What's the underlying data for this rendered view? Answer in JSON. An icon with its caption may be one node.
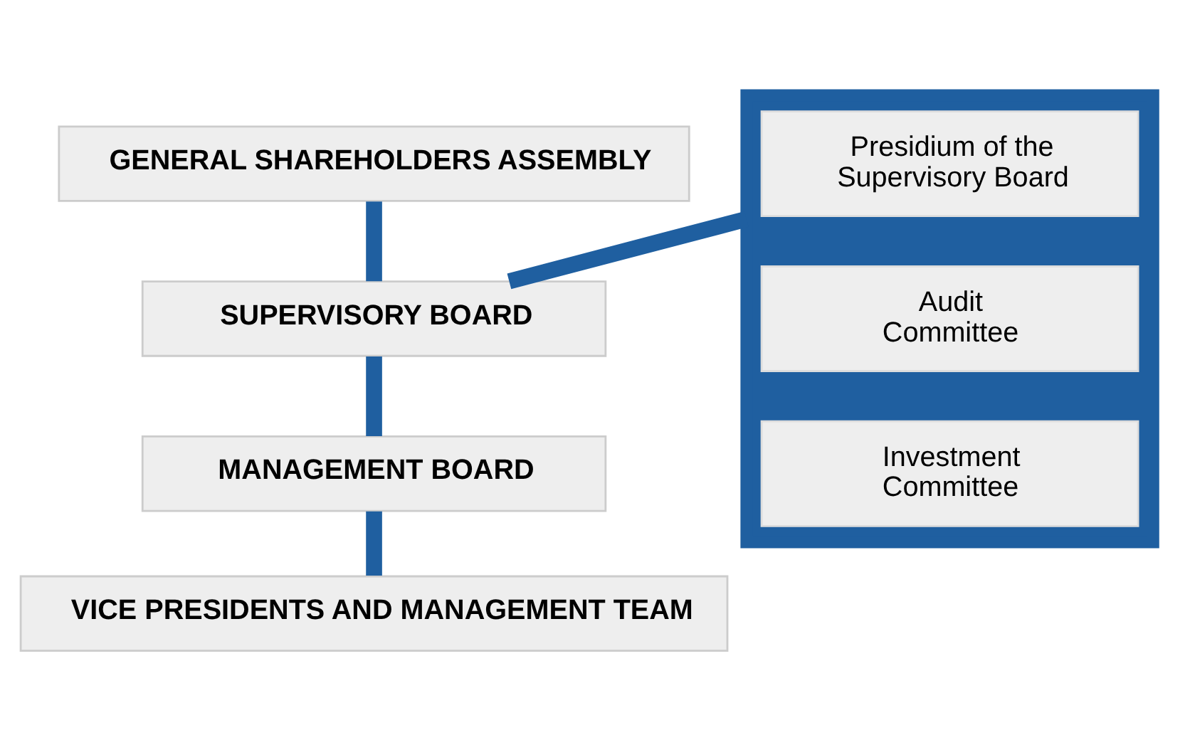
{
  "diagram": {
    "nodes": [
      {
        "text": [
          "GENERAL SHAREHOLDERS ASSEMBLY"
        ]
      },
      {
        "text": [
          "SUPERVISORY BOARD"
        ]
      },
      {
        "text": [
          "MANAGEMENT BOARD"
        ]
      },
      {
        "text": [
          "VICE PRESIDENTS AND MANAGEMENT TEAM"
        ]
      },
      {
        "text": [],
        "shape": "box"
      },
      {
        "text": [
          "Presidium of the Supervisory Board"
        ],
        "in": 4
      },
      {
        "text": [
          "Audit Committee"
        ],
        "in": 4
      },
      {
        "text": [
          "Investment Committee"
        ],
        "in": 4
      }
    ],
    "edges": [
      {
        "from": 0,
        "to": 1,
        "arrow": "none"
      },
      {
        "from": 1,
        "to": 2,
        "arrow": "none"
      },
      {
        "from": 2,
        "to": 3,
        "arrow": "none"
      },
      {
        "from": 1,
        "to": 4,
        "arrow": "none"
      }
    ]
  }
}
